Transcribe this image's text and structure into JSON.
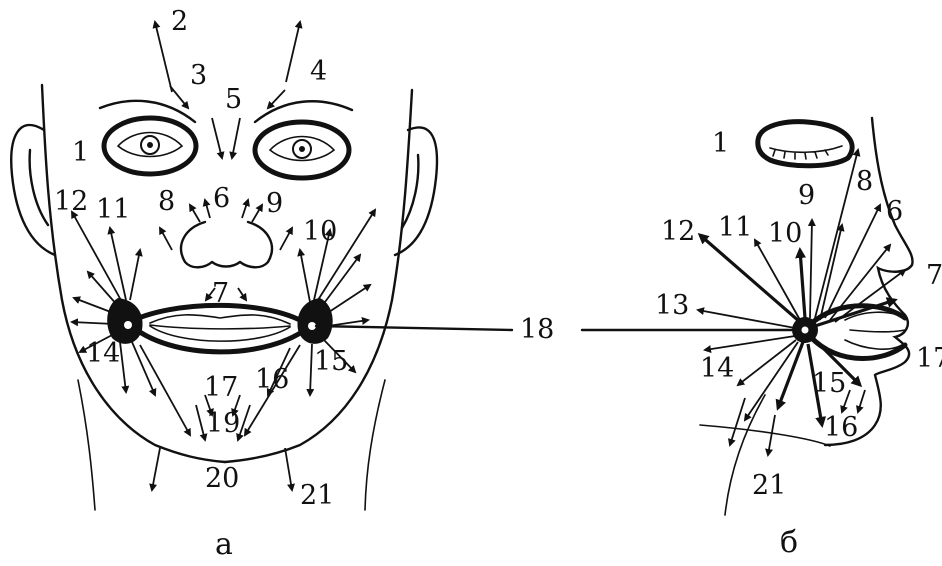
{
  "figure_a": {
    "caption": "а",
    "labels": {
      "l1": "1",
      "l2": "2",
      "l3": "3",
      "l4": "4",
      "l5": "5",
      "l6": "6",
      "l7": "7",
      "l8": "8",
      "l9": "9",
      "l10": "10",
      "l11": "11",
      "l12": "12",
      "l14": "14",
      "l15": "15",
      "l16": "16",
      "l17": "17",
      "l18": "18",
      "l19": "19",
      "l20": "20",
      "l21": "21"
    }
  },
  "figure_b": {
    "caption": "б",
    "labels": {
      "l1": "1",
      "l6": "6",
      "l7": "7",
      "l8": "8",
      "l9": "9",
      "l10": "10",
      "l11": "11",
      "l12": "12",
      "l13": "13",
      "l14": "14",
      "l15": "15",
      "l16": "16",
      "l17": "17",
      "l21": "21"
    }
  }
}
